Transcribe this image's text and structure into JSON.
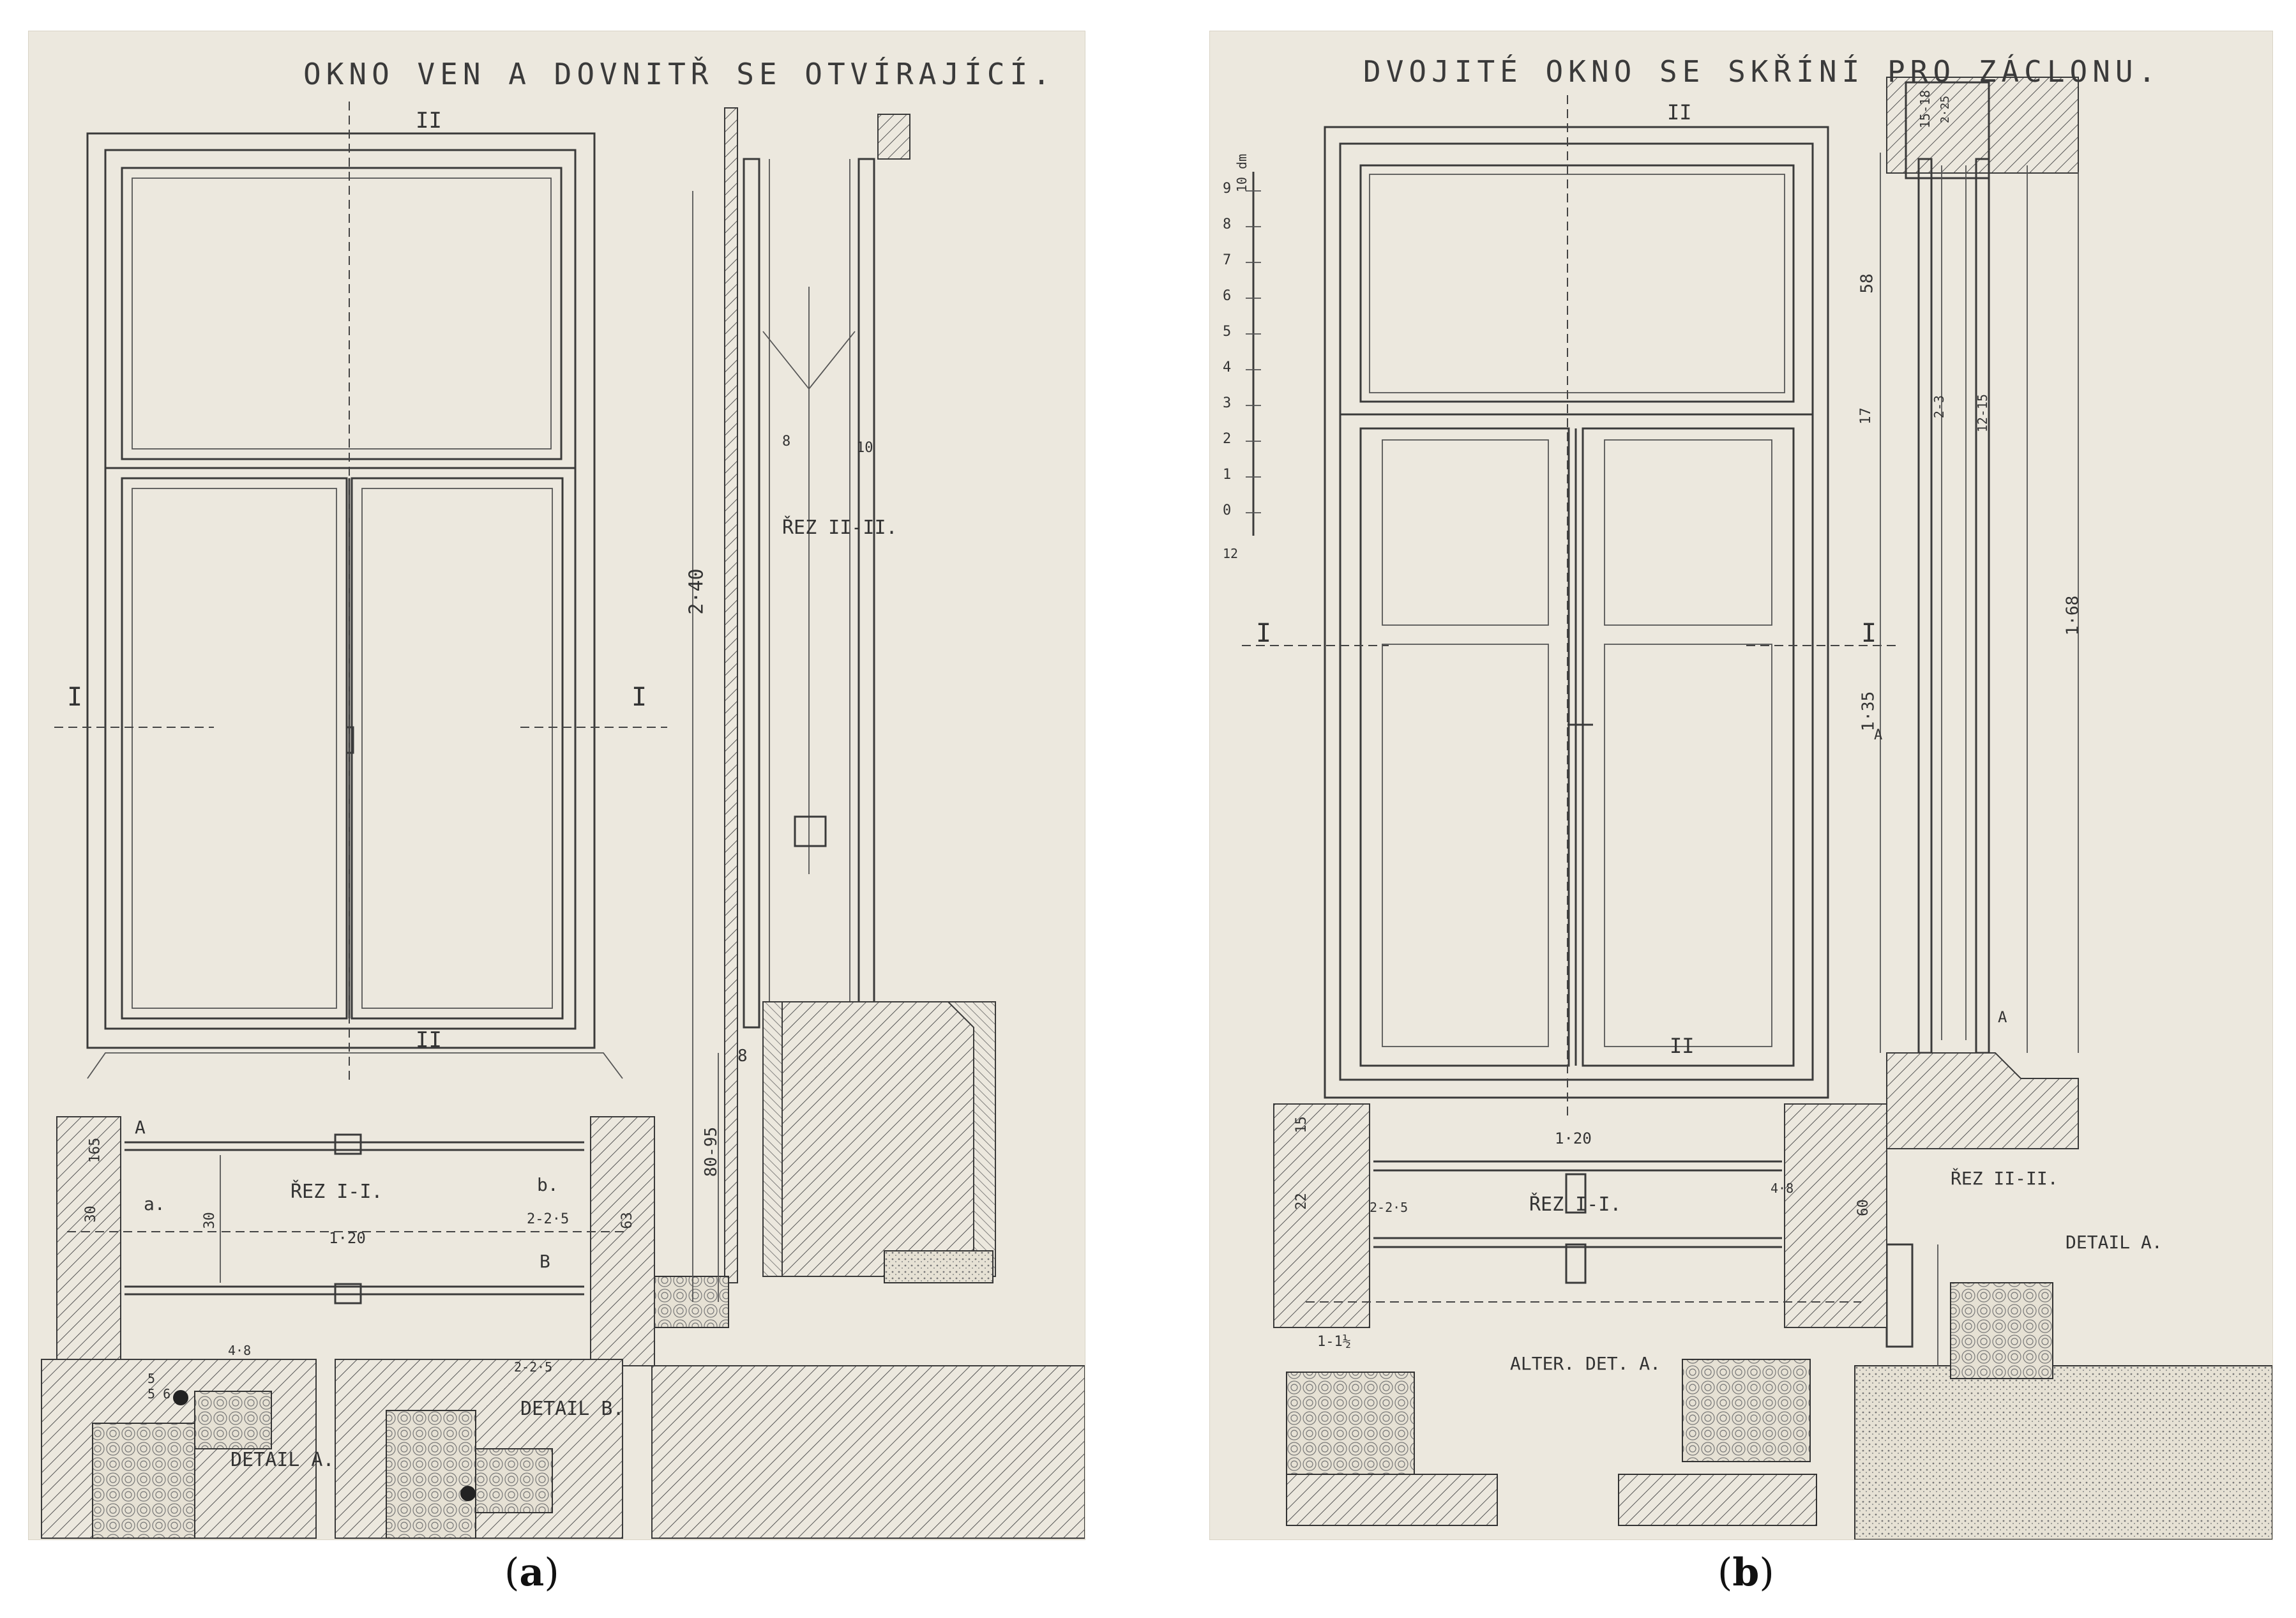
{
  "panels": [
    {
      "caption_letter": "a",
      "title": "OKNO VEN A DOVNITŘ SE OTVÍRAJÍCÍ.",
      "labels": {
        "sec_II_top": "II",
        "sec_II_bottom": "II",
        "sec_I_left": "I",
        "sec_I_right": "I",
        "rez_II": "ŘEZ II-II.",
        "dim_240": "2·40",
        "dim_8": "8",
        "dim_10": "10",
        "dim_8b": "8",
        "dim_8095": "80-95",
        "rez_I": "ŘEZ I-I.",
        "A": "A",
        "B": "B",
        "a": "a.",
        "b": "b.",
        "dim_165": "165",
        "dim_30": "30",
        "dim_30b": "30",
        "dim_225": "2-2·5",
        "dim_120": "1·20",
        "dim_63": "63",
        "detail_A": "DETAIL A.",
        "detail_B": "DETAIL B.",
        "dim_48": "4·8",
        "dim_5": "5",
        "dim_56": "5 6",
        "dim_225b": "2-2·5"
      }
    },
    {
      "caption_letter": "b",
      "title": "DVOJITÉ OKNO SE SKŘÍNÍ PRO ZÁCLONU.",
      "labels": {
        "scale_unit": "10 dm",
        "scale_ticks": [
          "9",
          "8",
          "7",
          "6",
          "5",
          "4",
          "3",
          "2",
          "1",
          "0"
        ],
        "scale_bottom": "12",
        "sec_II_top": "II",
        "sec_II_bottom": "II",
        "sec_I_left": "I",
        "sec_I_right": "I",
        "dim_1518": "15-18",
        "dim_2_25": "2·25",
        "dim_58": "58",
        "dim_17": "17",
        "dim_23": "2-3",
        "dim_1215": "12-15",
        "dim_168": "1·68",
        "dim_135": "1·35",
        "A_side": "A",
        "A_sill": "A",
        "rez_II": "ŘEZ II-II.",
        "detail_A": "DETAIL A.",
        "dim_120": "1·20",
        "dim_15": "15",
        "dim_22": "22",
        "dim_60": "60",
        "dim_225": "2-2·5",
        "rez_I": "ŘEZ I-I.",
        "dim_48": "4·8",
        "alter_det": "ALTER. DET. A.",
        "dim_112": "1-1½"
      }
    }
  ]
}
